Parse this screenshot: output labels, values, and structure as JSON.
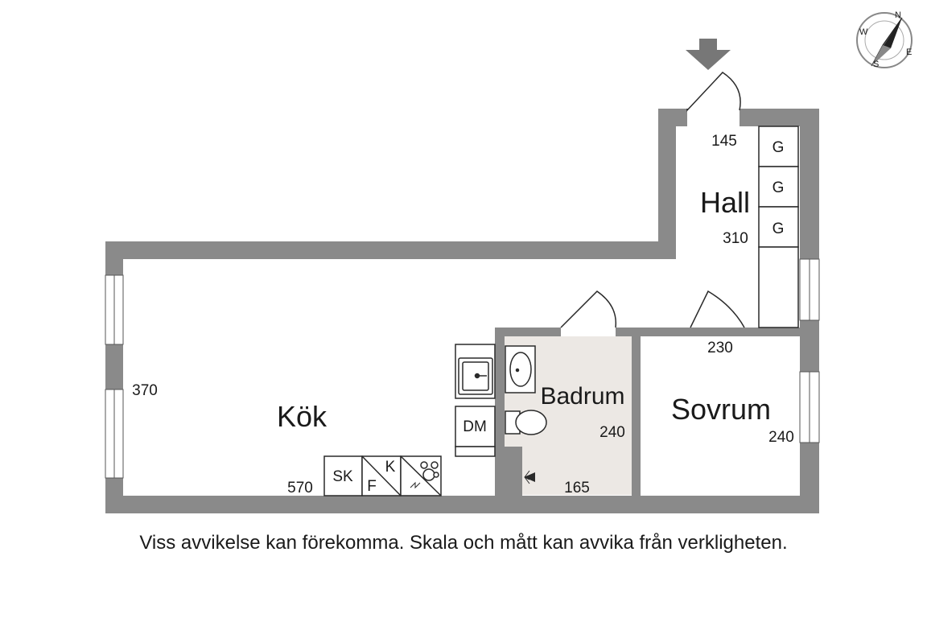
{
  "rooms": {
    "hall": "Hall",
    "kok": "Kök",
    "badrum": "Badrum",
    "sovrum": "Sovrum"
  },
  "dimensions": {
    "hall_width": "145",
    "hall_length": "310",
    "kok_width": "370",
    "kok_length": "570",
    "badrum_length": "240",
    "badrum_width": "165",
    "sovrum_width": "230",
    "sovrum_length": "240"
  },
  "fixtures": {
    "wardrobe_1": "G",
    "wardrobe_2": "G",
    "wardrobe_3": "G",
    "dishwasher": "DM",
    "cabinet": "SK",
    "fridge": "K",
    "freezer": "F"
  },
  "compass": {
    "n": "N",
    "e": "E",
    "s": "S",
    "w": "W"
  },
  "disclaimer": "Viss avvikelse kan förekomma. Skala och mått kan avvika från verkligheten.",
  "colors": {
    "wall": "#8a8a8a",
    "bathroom_floor": "#ece8e4",
    "lines": "#2a2a2a"
  }
}
